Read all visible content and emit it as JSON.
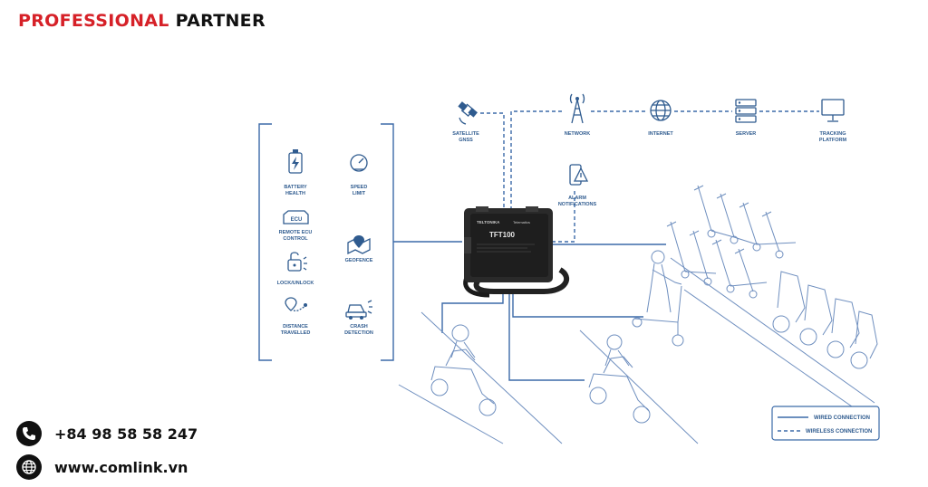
{
  "header": {
    "title_red": "PROFESSIONAL",
    "title_black": "PARTNER"
  },
  "features": [
    {
      "label": [
        "BATTERY",
        "HEALTH"
      ],
      "icon": "battery-icon"
    },
    {
      "label": [
        "SPEED",
        "LIMIT"
      ],
      "icon": "speedometer-icon"
    },
    {
      "label": [
        "REMOTE ECU",
        "CONTROL"
      ],
      "icon": "ecu-icon"
    },
    {
      "label": [
        "GEOFENCE"
      ],
      "icon": "map-pin-icon"
    },
    {
      "label": [
        "LOCK/UNLOCK"
      ],
      "icon": "padlock-icon"
    },
    {
      "label": [
        "DISTANCE",
        "TRAVELLED"
      ],
      "icon": "route-pin-icon"
    },
    {
      "label": [
        "CRASH",
        "DETECTION"
      ],
      "icon": "car-crash-icon"
    }
  ],
  "network": [
    {
      "label": [
        "SATELLITE",
        "GNSS"
      ],
      "icon": "satellite-icon"
    },
    {
      "label": [
        "NETWORK"
      ],
      "icon": "antenna-tower-icon"
    },
    {
      "label": [
        "INTERNET"
      ],
      "icon": "globe-icon"
    },
    {
      "label": [
        "SERVER"
      ],
      "icon": "server-icon"
    },
    {
      "label": [
        "TRACKING",
        "PLATFORM"
      ],
      "icon": "monitor-icon"
    }
  ],
  "alarm": {
    "label": [
      "ALARM",
      "NOTIFICATIONS"
    ],
    "icon": "phone-alarm-icon"
  },
  "device": {
    "brand": "TELTONIKA",
    "brand_sub": "Telematics",
    "model": "TFT100"
  },
  "legend": {
    "wired": "WIRED CONNECTION",
    "wireless": "WIRELESS CONNECTION"
  },
  "contact": {
    "phone": "+84 98 58 58 247",
    "website": "www.comlink.vn"
  },
  "colors": {
    "accent_red": "#d62128",
    "diagram_blue": "#2f5b8f",
    "text_dark": "#111111"
  }
}
